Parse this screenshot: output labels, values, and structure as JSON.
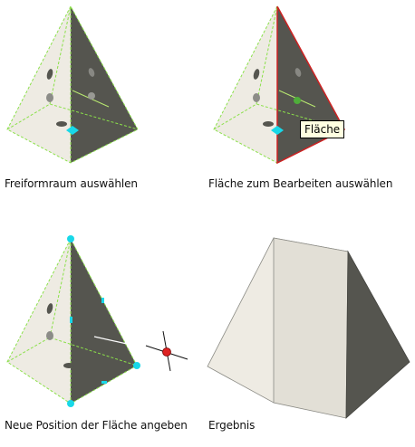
{
  "colors": {
    "light_face": "#eeebe3",
    "dark_face": "#55554f",
    "edge_green": "#8be04a",
    "selected_edge": "#cc2222",
    "grip_cyan": "#18d8e8",
    "hole_gray": "#8c8c88",
    "result_front": "#e2dfd6",
    "result_side": "#55554f",
    "cursor_red": "#dd2222"
  },
  "steps": [
    {
      "caption": "Freiformraum auswählen"
    },
    {
      "caption": "Fläche zum Bearbeiten auswählen",
      "tooltip": "Fläche"
    },
    {
      "caption": "Neue Position der Fläche angeben"
    },
    {
      "caption": "Ergebnis"
    }
  ]
}
